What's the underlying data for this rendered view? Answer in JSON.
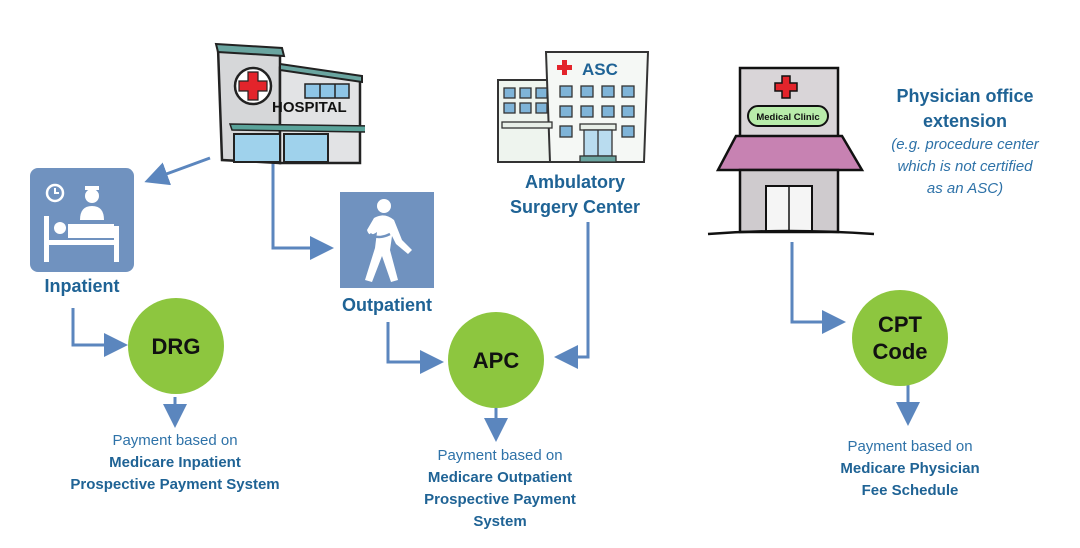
{
  "colors": {
    "primary_text": "#1f6395",
    "arrow": "#5b86be",
    "circle_fill": "#8dc63f",
    "icon_box": "#7092bf"
  },
  "hospital": {
    "icon": "hospital-building-icon",
    "sign": "HOSPITAL"
  },
  "inpatient": {
    "icon": "patient-bed-icon",
    "label": "Inpatient",
    "code": "DRG",
    "payment_prefix": "Payment based on",
    "payment_system": [
      "Medicare Inpatient",
      "Prospective Payment System"
    ]
  },
  "outpatient": {
    "icon": "walking-patient-sling-icon",
    "label": "Outpatient"
  },
  "asc": {
    "icon": "asc-building-icon",
    "sign": "ASC",
    "label": [
      "Ambulatory",
      "Surgery Center"
    ]
  },
  "apc": {
    "code": "APC",
    "payment_prefix": "Payment based on",
    "payment_system": [
      "Medicare Outpatient",
      "Prospective Payment",
      "System"
    ]
  },
  "clinic": {
    "icon": "medical-clinic-icon",
    "sign": "Medical Clinic",
    "title": [
      "Physician office",
      "extension"
    ],
    "subtitle": [
      "(e.g. procedure center",
      "which is not certified",
      "as an ASC)"
    ],
    "code": [
      "CPT",
      "Code"
    ],
    "payment_prefix": "Payment based on",
    "payment_system": [
      "Medicare Physician",
      "Fee Schedule"
    ]
  }
}
